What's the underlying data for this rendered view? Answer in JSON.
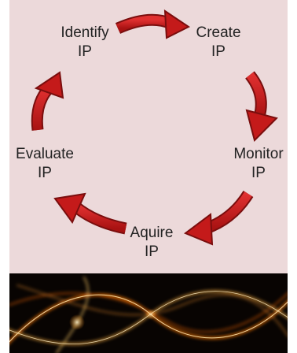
{
  "cycle": {
    "steps": [
      {
        "line1": "Identify",
        "line2": "IP"
      },
      {
        "line1": "Create",
        "line2": "IP"
      },
      {
        "line1": "Monitor",
        "line2": "IP"
      },
      {
        "line1": "Aquire",
        "line2": "IP"
      },
      {
        "line1": "Evaluate",
        "line2": "IP"
      }
    ]
  },
  "colors": {
    "panel": "#ecd9da",
    "arrow": "#c41a1a",
    "arrow_edge": "#7a0e0e",
    "text": "#222222",
    "image_background": "#080402"
  }
}
